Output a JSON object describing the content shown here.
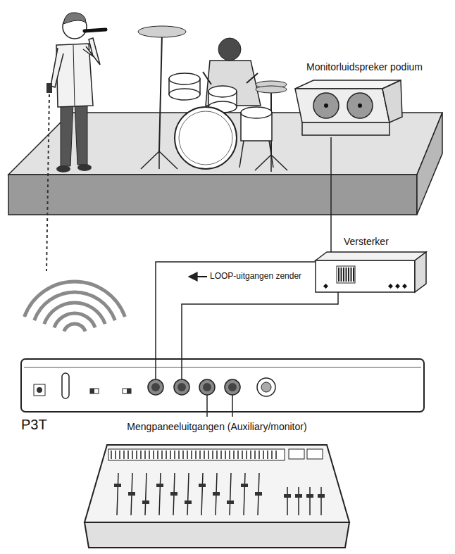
{
  "diagram": {
    "nodes": [
      {
        "text": [
          "Monitorluidspreker podium"
        ]
      },
      {
        "text": [
          "Versterker"
        ]
      },
      {
        "text": [
          "P3T"
        ]
      },
      {
        "text": [
          "Mengpaneeluitgangen (Auxiliary/monitor)"
        ]
      }
    ],
    "edges": [
      {
        "from": 0,
        "to": 1,
        "arrow": "none"
      },
      {
        "from": 1,
        "to": 2,
        "arrow": "none"
      },
      {
        "from": 1,
        "to": 2,
        "arrow": "none"
      },
      {
        "from": 2,
        "to": 3,
        "arrow": "none"
      },
      {
        "from": 2,
        "to": 3,
        "arrow": "none"
      }
    ],
    "labels": [
      "LOOP-uitgangen zender"
    ]
  }
}
